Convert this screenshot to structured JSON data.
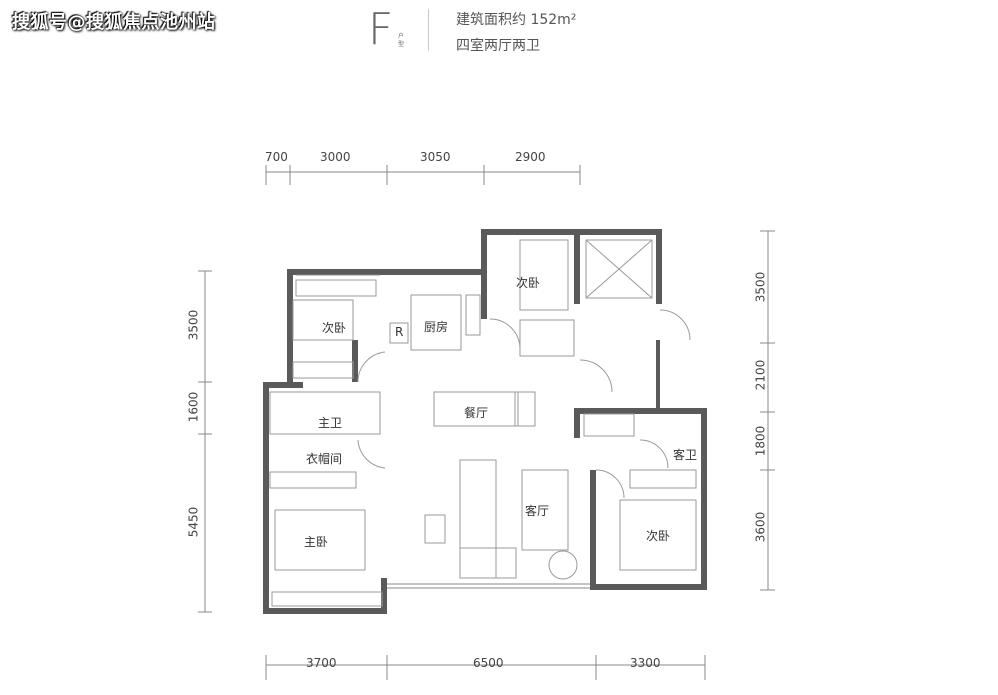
{
  "watermark": "搜狐号@搜狐焦点池州站",
  "unit": {
    "letter": "F",
    "sub_label": "户型",
    "area_text": "建筑面积约 152m²",
    "layout_text": "四室两厅两卫"
  },
  "dimensions": {
    "top": [
      "700",
      "3000",
      "3050",
      "2900"
    ],
    "bottom": [
      "3700",
      "6500",
      "3300"
    ],
    "left": [
      "3500",
      "1600",
      "5450"
    ],
    "right": [
      "3500",
      "2100",
      "1800",
      "3600"
    ]
  },
  "rooms": {
    "bedroom_nw": "次卧",
    "kitchen": "厨房",
    "fridge": "R",
    "bedroom_n": "次卧",
    "master_bath": "主卫",
    "dining": "餐厅",
    "closet": "衣帽间",
    "guest_bath": "客卫",
    "master_bedroom": "主卧",
    "living": "客厅",
    "bedroom_se": "次卧"
  }
}
